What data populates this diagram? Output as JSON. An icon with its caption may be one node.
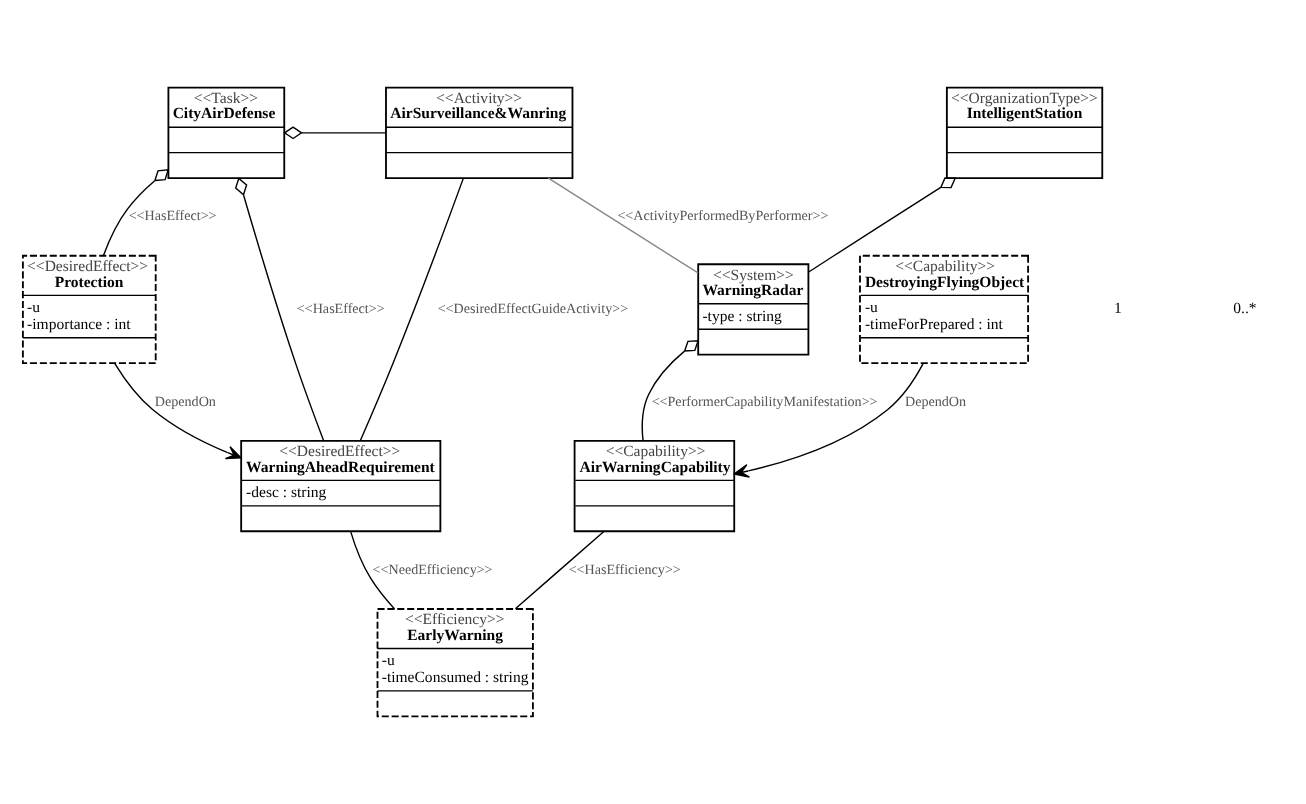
{
  "diagram": {
    "nodes": [
      {
        "text": [
          "<<OrganizationType>>",
          "IntelligentStation"
        ]
      },
      {
        "text": [
          "<<Activity>>",
          "AirSurveillance&Wanring"
        ]
      },
      {
        "text": [
          "<<Task>>",
          "CityAirDefense"
        ]
      },
      {
        "text": [
          "<<System>>",
          "WarningRadar",
          "-type : string"
        ]
      },
      {
        "text": [
          "<<DesiredEffect>>",
          "WarningAheadRequirement",
          "-desc : string"
        ]
      },
      {
        "text": [
          "<<DesiredEffect>>",
          "Protection",
          "-u",
          "-importance : int"
        ]
      },
      {
        "text": [
          "<<Capability>>",
          "AirWarningCapability"
        ]
      },
      {
        "text": [
          "<<Efficiency>>",
          "EarlyWarning",
          "-u",
          "-timeConsumed : string"
        ]
      },
      {
        "text": [
          "<<Capability>>",
          "DestroyingFlyingObject",
          "-u",
          "-timeForPrepared : int"
        ]
      }
    ],
    "edges": [
      {
        "from": 0,
        "to": 3,
        "arrow": "other"
      },
      {
        "from": 1,
        "to": 3,
        "arrow": "none",
        "label": "<<ActivityPerformedByPerformer>>",
        "color": "#888888"
      },
      {
        "from": 2,
        "to": 1,
        "arrow": "other"
      },
      {
        "from": 1,
        "to": 4,
        "arrow": "none",
        "label": "<<DesiredEffectGuideActivity>>"
      },
      {
        "from": 2,
        "to": 4,
        "arrow": "other",
        "label": "<<HasEffect>>"
      },
      {
        "from": 2,
        "to": 5,
        "arrow": "other",
        "label": "<<HasEffect>>"
      },
      {
        "from": 5,
        "to": 4,
        "arrow": "to",
        "label": "DependOn"
      },
      {
        "from": 3,
        "to": 6,
        "arrow": "other",
        "label": "<<PerformerCapabilityManifestation>>"
      },
      {
        "from": 6,
        "to": 7,
        "arrow": "none",
        "label": "<<HasEfficiency>>"
      },
      {
        "from": 4,
        "to": 7,
        "arrow": "none",
        "label": "<<NeedEfficiency>>"
      },
      {
        "from": 8,
        "to": 6,
        "arrow": "to",
        "label": "DependOn"
      }
    ],
    "labels": [
      "1",
      "0..*"
    ]
  }
}
